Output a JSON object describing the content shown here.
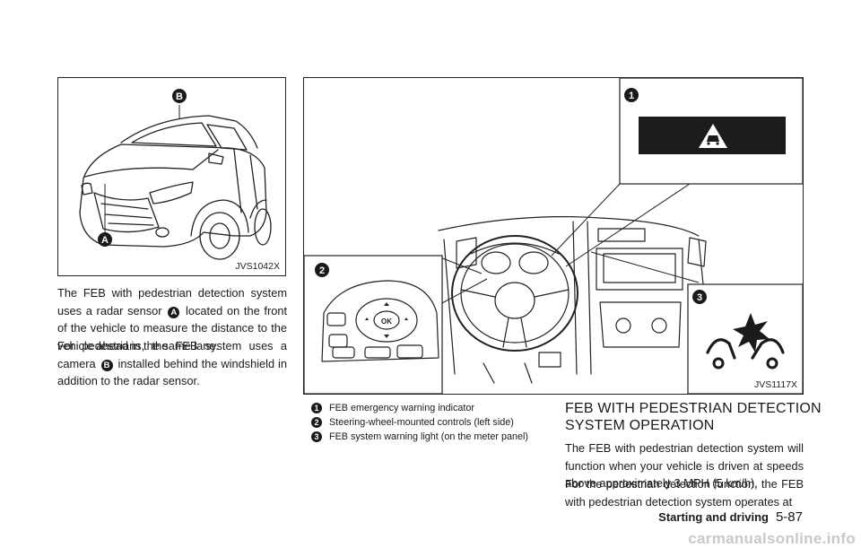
{
  "left_figure": {
    "code": "JVS1042X",
    "callout_a": "A",
    "callout_b": "B"
  },
  "left_text": {
    "p1_before": "The FEB with pedestrian detection system uses a radar sensor",
    "p1_marker": "A",
    "p1_after": "located on the front of the vehicle to measure the distance to the vehicle ahead in the same lane.",
    "p2_before": "For pedestrians, the FEB system uses a camera",
    "p2_marker": "B",
    "p2_after": "installed behind the windshield in addition to the radar sensor."
  },
  "right_figure": {
    "code": "JVS1117X",
    "callout_1": "1",
    "callout_2": "2",
    "callout_3": "3",
    "ok_label": "OK"
  },
  "legend": [
    {
      "num": "1",
      "text": "FEB emergency warning indicator"
    },
    {
      "num": "2",
      "text": "Steering-wheel-mounted controls (left side)"
    },
    {
      "num": "3",
      "text": "FEB system warning light (on the meter panel)"
    }
  ],
  "section": {
    "heading_line1": "FEB WITH PEDESTRIAN DETECTION",
    "heading_line2": "SYSTEM OPERATION",
    "p1": "The FEB with pedestrian detection system will function when your vehicle is driven at speeds above approximately 3 MPH (5 km/h).",
    "p2": "For the pedestrian detection function, the FEB with pedestrian detection system operates at"
  },
  "footer": {
    "section": "Starting and driving",
    "page": "5-87"
  },
  "watermark": "carmanualsonline.info"
}
